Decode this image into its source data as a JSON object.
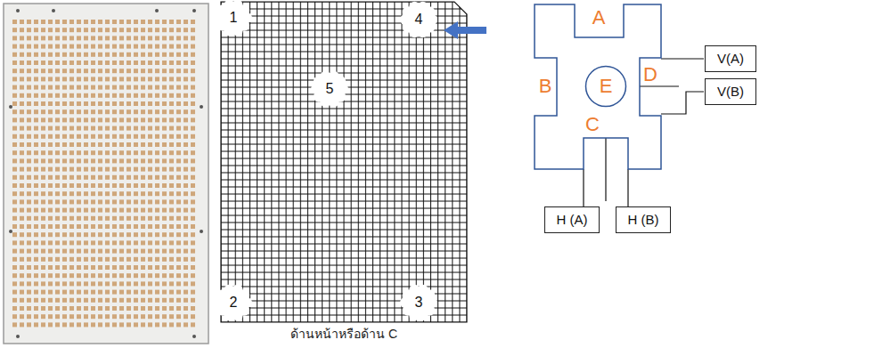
{
  "diagram": {
    "caption": "ด้านหน้าหรือด้าน C",
    "nodes": [
      {
        "text": [
          "A",
          "B",
          "D",
          "C"
        ]
      },
      {
        "text": [
          "E"
        ],
        "in": 0
      },
      {
        "text": [
          "V(A)"
        ]
      },
      {
        "text": [
          "V(B)"
        ]
      },
      {
        "text": [
          "H (A)"
        ]
      },
      {
        "text": [
          "H (B)"
        ]
      }
    ],
    "labels": [
      "1",
      "4",
      "5",
      "2",
      "3"
    ]
  }
}
